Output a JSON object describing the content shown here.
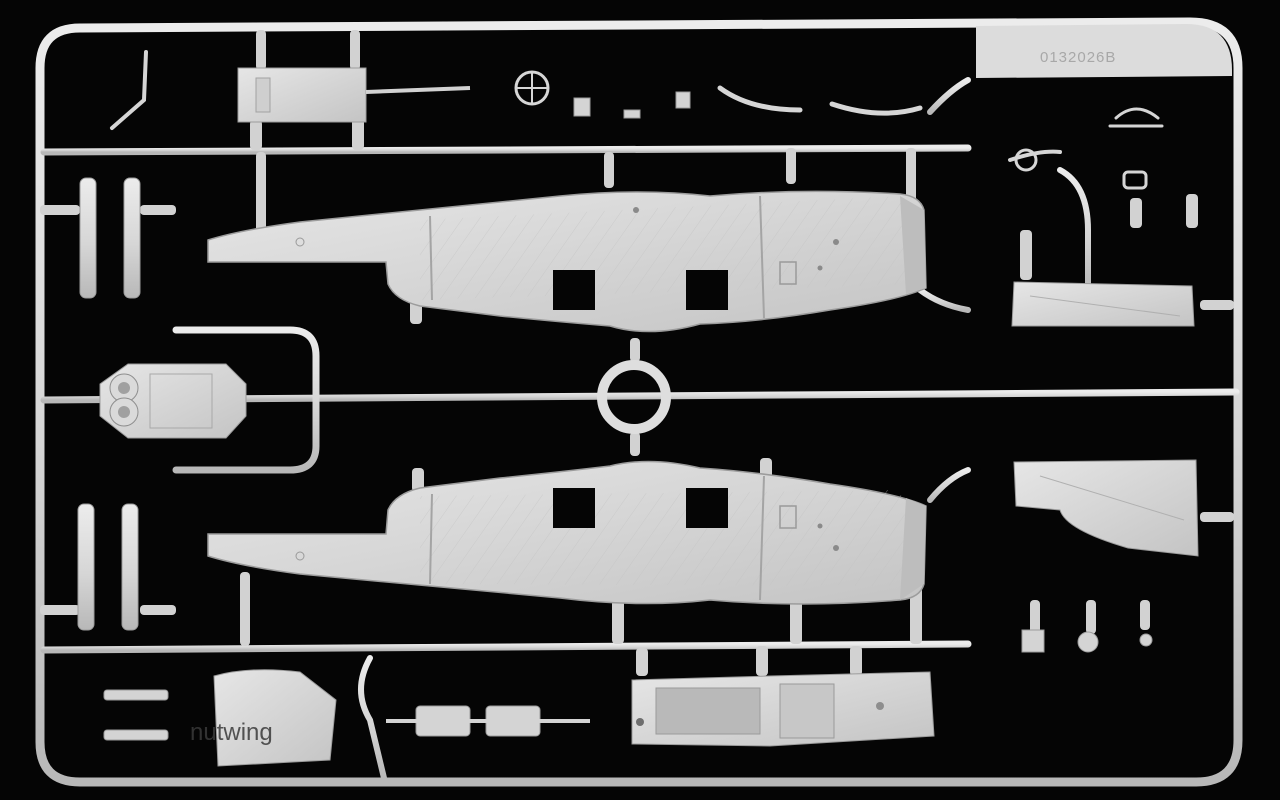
{
  "photo": {
    "subject": "plastic model kit sprue",
    "background_color": "#050505",
    "plastic_color": "#d9d9d9",
    "plastic_shadow_color": "#a9a9a9",
    "part_number": "0132026B",
    "watermark_text": "nutwing"
  }
}
